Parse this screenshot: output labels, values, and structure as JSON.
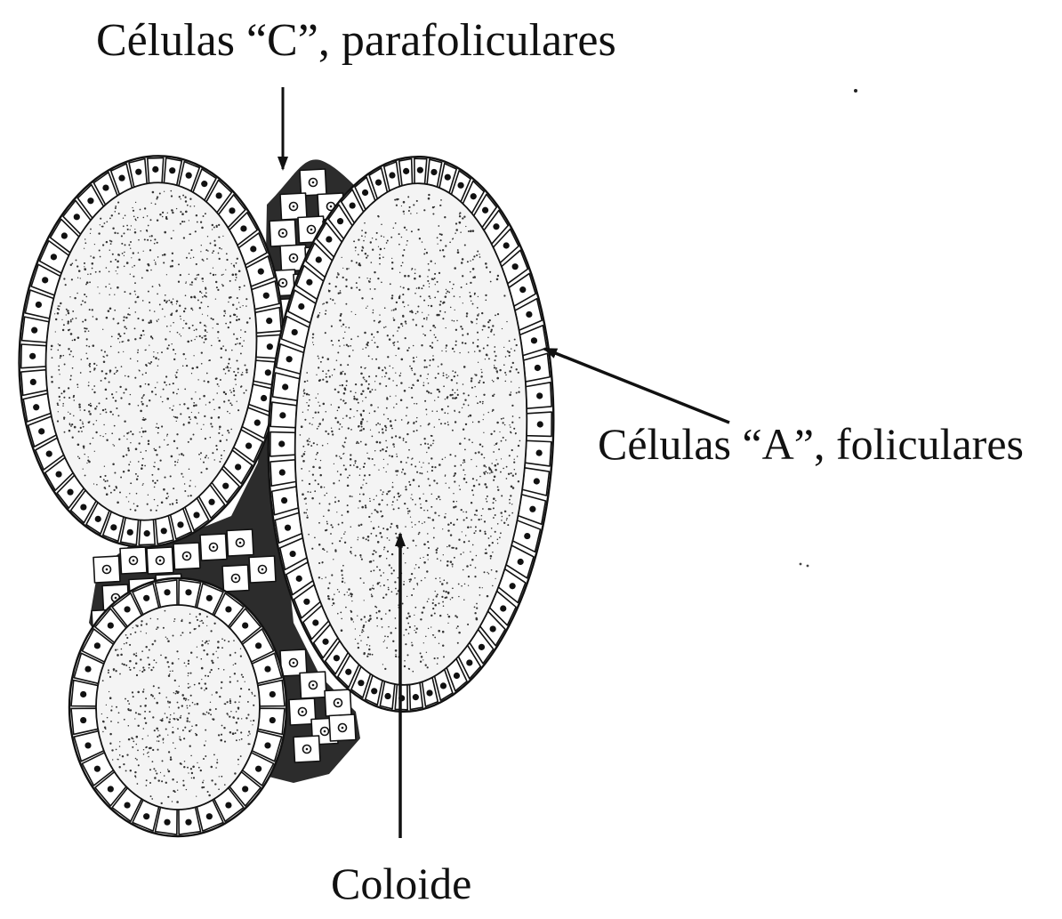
{
  "labels": {
    "c_cells": "Células “C”, parafoliculares",
    "a_cells": "Células “A”, foliculares",
    "colloid": "Coloide"
  },
  "colors": {
    "ink": "#111111",
    "background": "#ffffff",
    "colloid_fill": "#f4f4f4",
    "cell_fill": "#ffffff",
    "stroma": "#1a1a1a"
  }
}
